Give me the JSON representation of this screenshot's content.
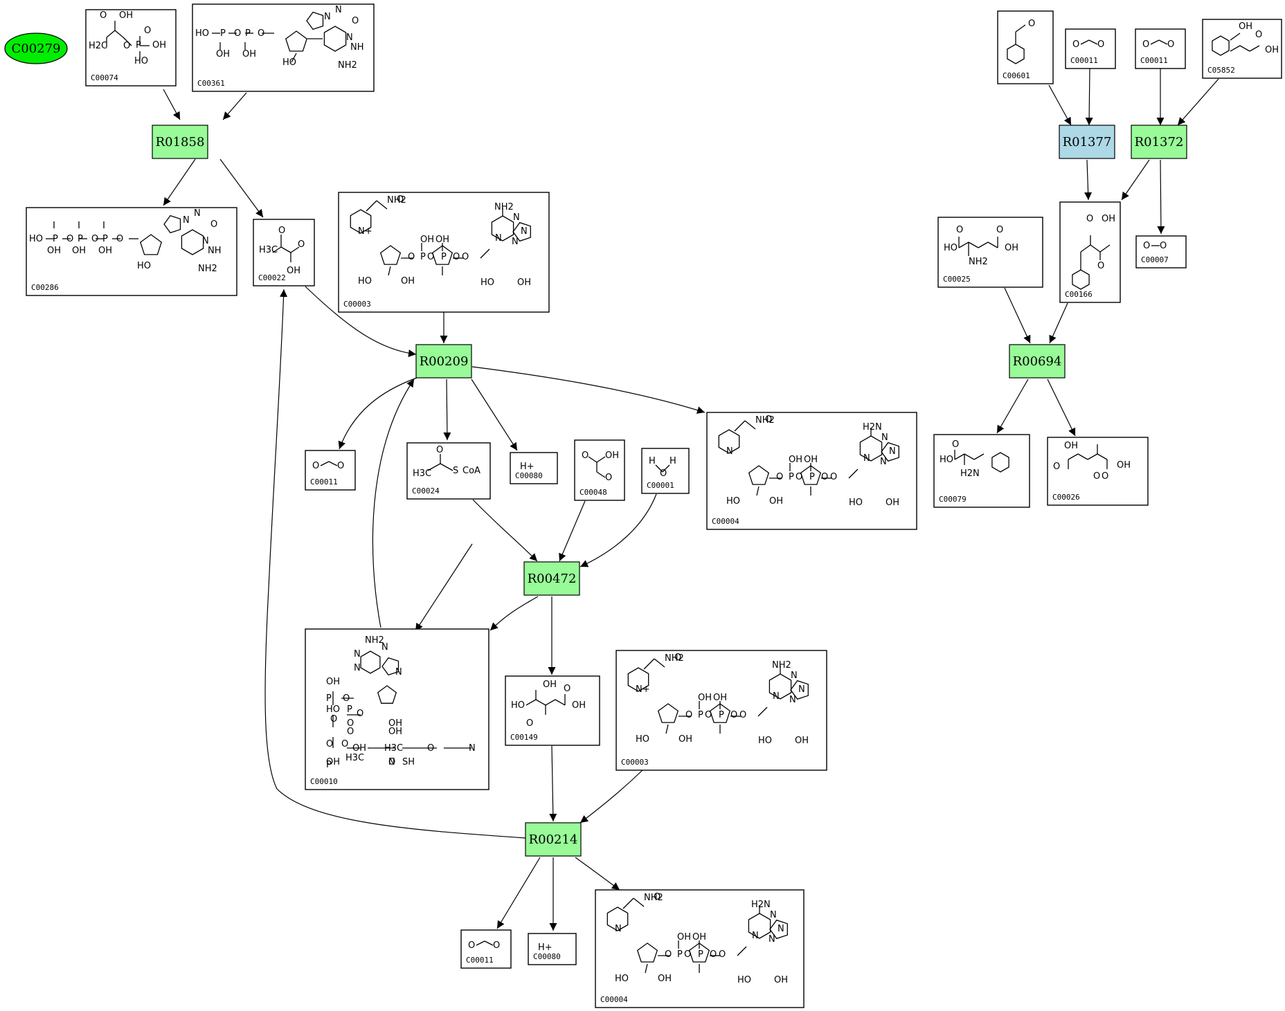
{
  "diagram": {
    "legend_compound": "C00279",
    "colors": {
      "reaction_fill": "#98fb98",
      "reaction_alt_fill": "#add8e6",
      "legend_fill": "#00ee00",
      "stroke": "#000000"
    },
    "reactions": [
      {
        "id": "R01858"
      },
      {
        "id": "R00209"
      },
      {
        "id": "R00472"
      },
      {
        "id": "R00214"
      },
      {
        "id": "R01377",
        "highlight": "alt"
      },
      {
        "id": "R01372"
      },
      {
        "id": "R00694"
      }
    ],
    "compounds": [
      {
        "key": "c74",
        "id": "C00074",
        "atoms": [
          "OH",
          "O",
          "O",
          "P",
          "OH",
          "H2C",
          "O",
          "HO"
        ]
      },
      {
        "key": "c361",
        "id": "C00361",
        "atoms": [
          "HO",
          "P",
          "O",
          "P",
          "O",
          "OH",
          "OH",
          "HO",
          "N",
          "N",
          "N",
          "O",
          "NH",
          "NH2"
        ]
      },
      {
        "key": "c286",
        "id": "C00286",
        "atoms": [
          "HO",
          "P",
          "O",
          "P",
          "O",
          "P",
          "O",
          "OH",
          "OH",
          "OH",
          "HO",
          "N",
          "N",
          "N",
          "O",
          "NH",
          "NH2"
        ]
      },
      {
        "key": "c22",
        "id": "C00022",
        "atoms": [
          "O",
          "H3C",
          "O",
          "OH"
        ]
      },
      {
        "key": "c3a",
        "id": "C00003",
        "atoms": [
          "NH2",
          "O",
          "N+",
          "O",
          "P",
          "O",
          "P",
          "O",
          "O",
          "OH",
          "OH",
          "HO",
          "OH",
          "NH2",
          "N",
          "N",
          "N",
          "N",
          "HO",
          "OH"
        ]
      },
      {
        "key": "c11a",
        "id": "C00011",
        "atoms": [
          "O",
          "O"
        ]
      },
      {
        "key": "c24",
        "id": "C00024",
        "atoms": [
          "O",
          "H3C",
          "S",
          "CoA"
        ]
      },
      {
        "key": "c80a",
        "id": "C00080",
        "atoms": [
          "H+"
        ]
      },
      {
        "key": "c48",
        "id": "C00048",
        "atoms": [
          "O",
          "OH",
          "O"
        ]
      },
      {
        "key": "c1",
        "id": "C00001",
        "atoms": [
          "H",
          "O",
          "H"
        ]
      },
      {
        "key": "c4a",
        "id": "C00004",
        "atoms": [
          "NH2",
          "O",
          "N",
          "O",
          "P",
          "O",
          "P",
          "O",
          "O",
          "OH",
          "OH",
          "HO",
          "OH",
          "H2N",
          "N",
          "N",
          "N",
          "N",
          "HO",
          "OH"
        ]
      },
      {
        "key": "c10",
        "id": "C00010",
        "atoms": [
          "NH2",
          "N",
          "N",
          "N",
          "N",
          "OH",
          "O",
          "P",
          "O",
          "O",
          "P",
          "O",
          "HO",
          "OH",
          "O",
          "OH",
          "O",
          "P",
          "O",
          "OH",
          "H3C",
          "OH",
          "H3C",
          "O",
          "N",
          "N",
          "SH",
          "O"
        ]
      },
      {
        "key": "c149",
        "id": "C00149",
        "atoms": [
          "OH",
          "O",
          "HO",
          "OH",
          "O"
        ]
      },
      {
        "key": "c3b",
        "id": "C00003",
        "atoms": [
          "NH2",
          "O",
          "N+",
          "O",
          "P",
          "O",
          "P",
          "O",
          "O",
          "OH",
          "OH",
          "HO",
          "OH",
          "NH2",
          "N",
          "N",
          "N",
          "N",
          "HO",
          "OH"
        ]
      },
      {
        "key": "c11b",
        "id": "C00011",
        "atoms": [
          "O",
          "O"
        ]
      },
      {
        "key": "c80b",
        "id": "C00080",
        "atoms": [
          "H+"
        ]
      },
      {
        "key": "c4b",
        "id": "C00004",
        "atoms": [
          "NH2",
          "O",
          "N",
          "O",
          "P",
          "O",
          "P",
          "O",
          "O",
          "OH",
          "OH",
          "HO",
          "OH",
          "H2N",
          "N",
          "N",
          "N",
          "N",
          "HO",
          "OH"
        ]
      },
      {
        "key": "c601",
        "id": "C00601",
        "atoms": [
          "O"
        ]
      },
      {
        "key": "c11c",
        "id": "C00011",
        "atoms": [
          "O",
          "O"
        ]
      },
      {
        "key": "c11d",
        "id": "C00011",
        "atoms": [
          "O",
          "O"
        ]
      },
      {
        "key": "c5852",
        "id": "C05852",
        "atoms": [
          "OH",
          "O",
          "OH"
        ]
      },
      {
        "key": "c166",
        "id": "C00166",
        "atoms": [
          "O",
          "OH",
          "O"
        ]
      },
      {
        "key": "c25",
        "id": "C00025",
        "atoms": [
          "O",
          "O",
          "HO",
          "OH",
          "NH2"
        ]
      },
      {
        "key": "c7",
        "id": "C00007",
        "atoms": [
          "O",
          "O"
        ]
      },
      {
        "key": "c79",
        "id": "C00079",
        "atoms": [
          "O",
          "HO",
          "H2N"
        ]
      },
      {
        "key": "c26",
        "id": "C00026",
        "atoms": [
          "OH",
          "O",
          "OH",
          "O",
          "O"
        ]
      }
    ]
  }
}
